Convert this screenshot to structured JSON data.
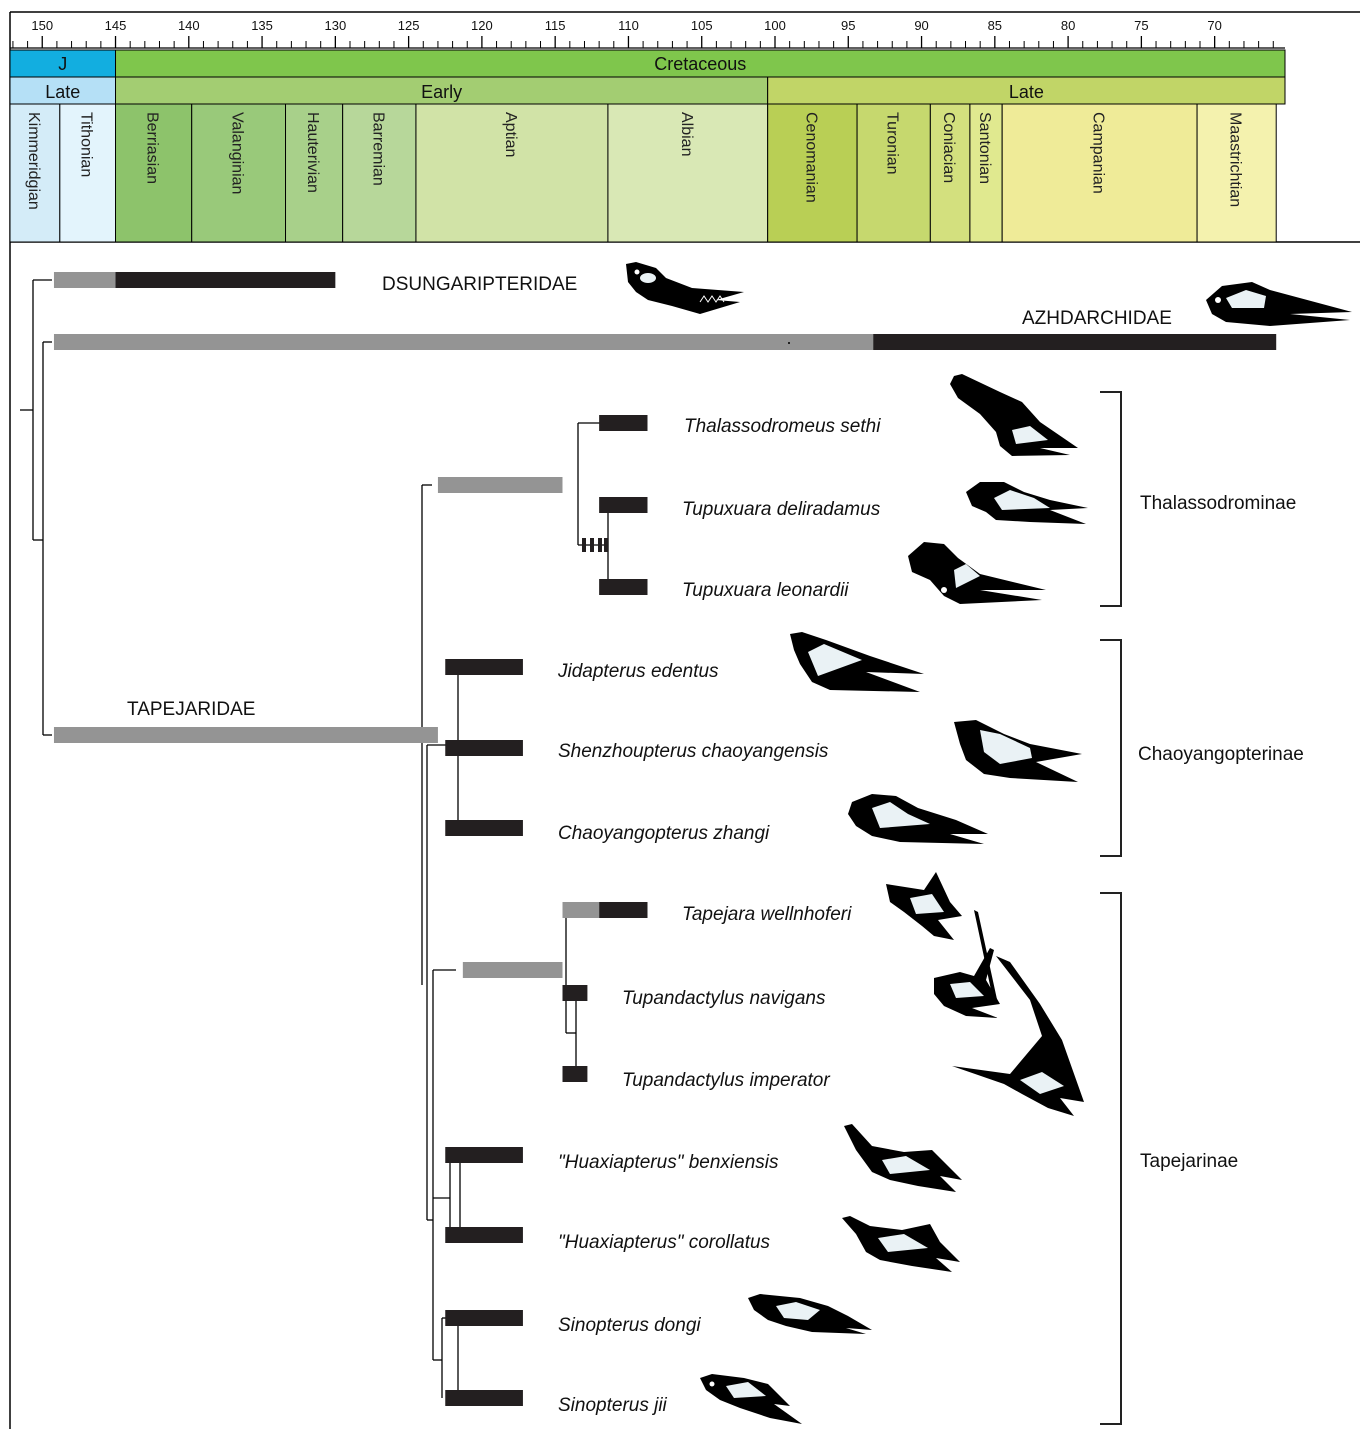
{
  "time_axis": {
    "tick_labels": [
      "150",
      "145",
      "140",
      "135",
      "130",
      "125",
      "120",
      "115",
      "110",
      "105",
      "100",
      "95",
      "90",
      "85",
      "80",
      "75",
      "70"
    ],
    "tick_values": [
      150,
      145,
      140,
      135,
      130,
      125,
      120,
      115,
      110,
      105,
      100,
      95,
      90,
      85,
      80,
      75,
      70
    ],
    "range_ma": [
      152.2,
      65.2
    ]
  },
  "periods": [
    {
      "label": "J",
      "start": 152.2,
      "end": 145.0,
      "color": "#12aee0"
    },
    {
      "label": "Cretaceous",
      "start": 145.0,
      "end": 65.2,
      "color": "#7fc64c"
    }
  ],
  "epochs": [
    {
      "label": "Late",
      "start": 152.2,
      "end": 145.0,
      "color": "#b5e0f6"
    },
    {
      "label": "Early",
      "start": 145.0,
      "end": 100.5,
      "color": "#a3cd72"
    },
    {
      "label": "Late",
      "start": 100.5,
      "end": 65.2,
      "color": "#c1d567"
    }
  ],
  "stages": [
    {
      "label": "Kimmeridgian",
      "start": 152.2,
      "end": 148.8,
      "color": "#d4ecf8"
    },
    {
      "label": "Tithonian",
      "start": 148.8,
      "end": 145.0,
      "color": "#e3f4fc"
    },
    {
      "label": "Berriasian",
      "start": 145.0,
      "end": 139.8,
      "color": "#8dc36b"
    },
    {
      "label": "Valanginian",
      "start": 139.8,
      "end": 133.4,
      "color": "#99c97a"
    },
    {
      "label": "Hauterivian",
      "start": 133.4,
      "end": 129.5,
      "color": "#a8d08a"
    },
    {
      "label": "Barremian",
      "start": 129.5,
      "end": 124.5,
      "color": "#b7d79a"
    },
    {
      "label": "Aptian",
      "start": 124.5,
      "end": 111.4,
      "color": "#d1e3a7"
    },
    {
      "label": "Albian",
      "start": 111.4,
      "end": 100.5,
      "color": "#d9e8b5"
    },
    {
      "label": "Cenomanian",
      "start": 100.5,
      "end": 94.4,
      "color": "#b9cf55"
    },
    {
      "label": "Turonian",
      "start": 94.4,
      "end": 89.4,
      "color": "#c6d86e"
    },
    {
      "label": "Coniacian",
      "start": 89.4,
      "end": 86.7,
      "color": "#d3e07e"
    },
    {
      "label": "Santonian",
      "start": 86.7,
      "end": 84.5,
      "color": "#e0e98f"
    },
    {
      "label": "Campanian",
      "start": 84.5,
      "end": 71.2,
      "color": "#efeb98"
    },
    {
      "label": "Maastrichtian",
      "start": 71.2,
      "end": 65.8,
      "color": "#f4f2ae"
    }
  ],
  "tree": {
    "families": [
      {
        "label": "DSUNGARIPTERIDAE",
        "ghost": [
          149.2,
          145.0
        ],
        "range": [
          145.0,
          130.0
        ]
      },
      {
        "label": "AZHDARCHIDAE",
        "ghost": [
          149.2,
          93.3
        ],
        "range": [
          93.3,
          65.8
        ]
      },
      {
        "label": "TAPEJARIDAE",
        "ghost": [
          149.2,
          123.0
        ],
        "range": null
      }
    ],
    "taxa": [
      {
        "label": "Thalassodromeus sethi",
        "ghost": null,
        "range": [
          112.0,
          108.7
        ],
        "clade": "Thalassodrominae"
      },
      {
        "label": "Tupuxuara deliradamus",
        "ghost": null,
        "range": [
          112.0,
          108.7
        ],
        "clade": "Thalassodrominae"
      },
      {
        "label": "Tupuxuara leonardii",
        "ghost": null,
        "range": [
          112.0,
          108.7
        ],
        "clade": "Thalassodrominae"
      },
      {
        "label": "Jidapterus edentus",
        "ghost": null,
        "range": [
          122.5,
          117.2
        ],
        "clade": "Chaoyangopterinae"
      },
      {
        "label": "Shenzhoupterus chaoyangensis",
        "ghost": null,
        "range": [
          122.5,
          117.2
        ],
        "clade": "Chaoyangopterinae"
      },
      {
        "label": "Chaoyangopterus zhangi",
        "ghost": null,
        "range": [
          122.5,
          117.2
        ],
        "clade": "Chaoyangopterinae"
      },
      {
        "label": "Tapejara wellnhoferi",
        "ghost": [
          114.5,
          112.0
        ],
        "range": [
          112.0,
          108.7
        ],
        "clade": "Tapejarinae"
      },
      {
        "label": "Tupandactylus navigans",
        "ghost": null,
        "range": [
          114.5,
          112.8
        ],
        "clade": "Tapejarinae"
      },
      {
        "label": "Tupandactylus imperator",
        "ghost": null,
        "range": [
          114.5,
          112.8
        ],
        "clade": "Tapejarinae"
      },
      {
        "label": "\"Huaxiapterus\" benxiensis",
        "ghost": null,
        "range": [
          122.5,
          117.2
        ],
        "clade": "Tapejarinae"
      },
      {
        "label": "\"Huaxiapterus\" corollatus",
        "ghost": null,
        "range": [
          122.5,
          117.2
        ],
        "clade": "Tapejarinae"
      },
      {
        "label": "Sinopterus dongi",
        "ghost": null,
        "range": [
          122.5,
          117.2
        ],
        "clade": "Tapejarinae"
      },
      {
        "label": "Sinopterus jii",
        "ghost": null,
        "range": [
          122.5,
          117.2
        ],
        "clade": "Tapejarinae"
      }
    ],
    "internal_ghost_ranges": [
      {
        "clade": "Thalassodrominae",
        "range": [
          123.0,
          114.5
        ]
      },
      {
        "clade": "Tapejarinae",
        "range": [
          121.3,
          114.5
        ]
      }
    ],
    "clades": [
      "Thalassodrominae",
      "Chaoyangopterinae",
      "Tapejarinae"
    ]
  },
  "colors": {
    "range_bar": "#231f20",
    "ghost_bar": "#949494",
    "skull": "#000000",
    "skull_fenestra": "#eaf2f5"
  },
  "icons": [
    "dsungaripterid-skull-icon",
    "azhdarchid-skull-icon",
    "pterosaur-skull-icon"
  ]
}
